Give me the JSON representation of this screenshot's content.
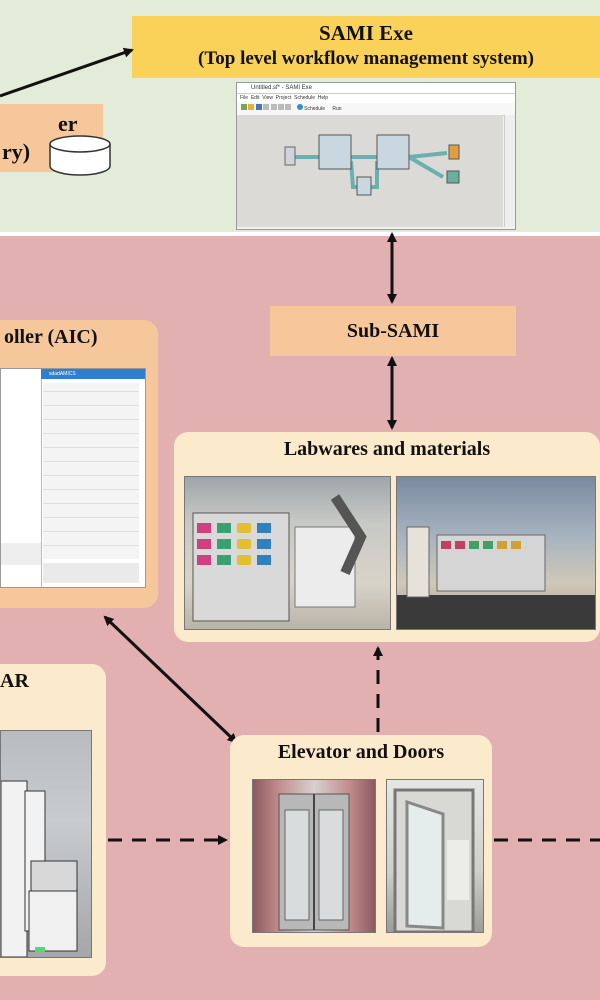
{
  "top": {
    "title_line1": "SAMI Exe",
    "title_line2": "(Top level workflow management system)",
    "partial_box_line1": "er",
    "partial_box_line2": "ry)"
  },
  "screenshot": {
    "window_title": "Untitled.sf* - SAMI Exe",
    "menu": [
      "File",
      "Edit",
      "View",
      "Project",
      "Schedule",
      "Help"
    ],
    "toolbar_schedule": "Schedule",
    "toolbar_run": "Run"
  },
  "subsami": {
    "label": "Sub-SAMI"
  },
  "aic": {
    "heading": "oller (AIC)",
    "app_title": "sdadAMICS"
  },
  "labware": {
    "heading": "Labwares and materials"
  },
  "amr": {
    "heading": "AR"
  },
  "elevator": {
    "heading": "Elevator and Doors"
  },
  "colors": {
    "top_bg": "#e3ebd9",
    "bottom_bg": "#e2b0b0",
    "title_yellow": "#fad25a",
    "peach": "#f7c79c",
    "cream": "#fbeacb"
  }
}
